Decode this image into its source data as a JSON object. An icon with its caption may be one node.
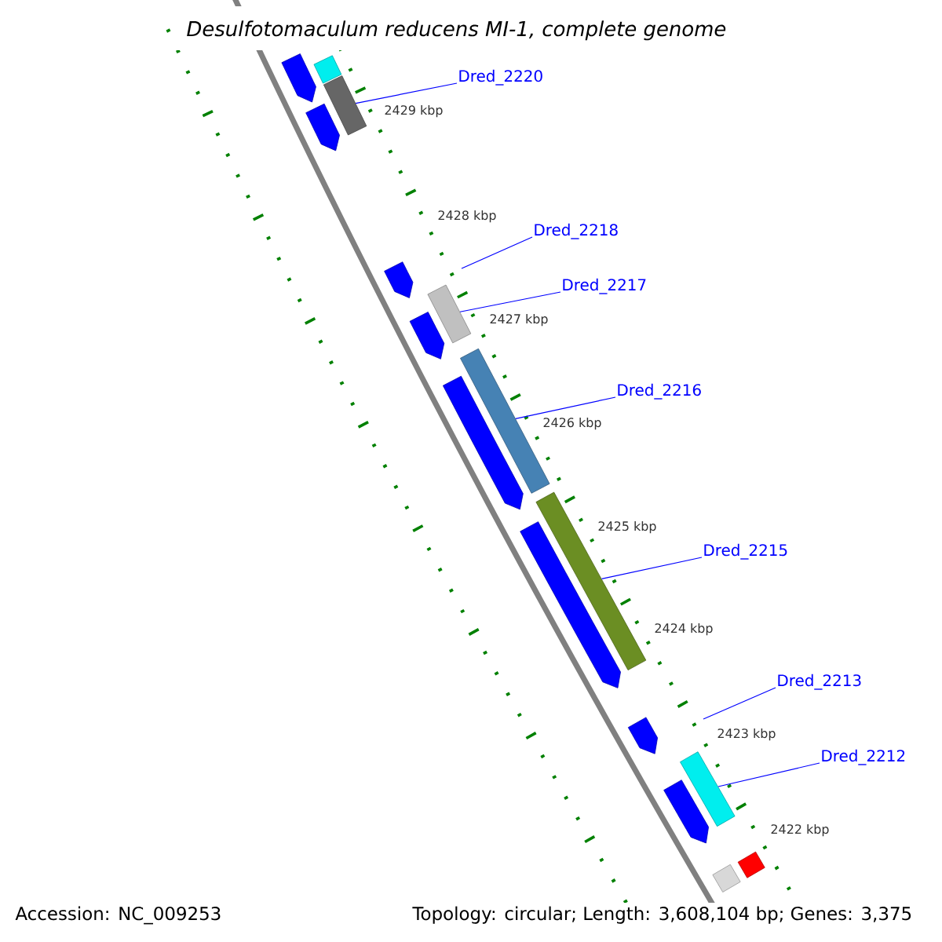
{
  "diagram": {
    "title": "*Desulfotomaculum reducens MI-1, complete genome*",
    "nodes": [
      {
        "text": [],
        "shape": "bar"
      },
      {
        "text": [],
        "shape": "bar"
      },
      {
        "text": [
          "Dred_2220"
        ]
      },
      {
        "text": [],
        "shape": "bar"
      },
      {
        "text": [],
        "shape": "bar"
      },
      {
        "text": [
          "Dred_2218"
        ]
      },
      {
        "text": [],
        "shape": "bar"
      },
      {
        "text": [
          "Dred_2217"
        ]
      },
      {
        "text": [],
        "shape": "bar"
      },
      {
        "text": [],
        "shape": "bar"
      },
      {
        "text": [],
        "shape": "bar"
      },
      {
        "text": [
          "Dred_2216"
        ]
      },
      {
        "text": [],
        "shape": "bar"
      },
      {
        "text": [],
        "shape": "bar"
      },
      {
        "text": [],
        "shape": "bar"
      },
      {
        "text": [
          "Dred_2215"
        ]
      },
      {
        "text": [
          "Dred_2213"
        ]
      },
      {
        "text": [],
        "shape": "bar"
      },
      {
        "text": [
          "Dred_2212"
        ]
      },
      {
        "text": [],
        "shape": "bar"
      },
      {
        "text": [],
        "shape": "bar"
      },
      {
        "text": [],
        "shape": "bar"
      },
      {
        "text": [],
        "shape": "bar"
      }
    ],
    "edges": [
      {
        "from": 2,
        "to": 3,
        "arrow": "none"
      },
      {
        "from": 5,
        "to": null,
        "arrow": "none"
      },
      {
        "from": 7,
        "to": 8,
        "arrow": "none"
      },
      {
        "from": 11,
        "to": 10,
        "arrow": "none"
      },
      {
        "from": 15,
        "to": 13,
        "arrow": "none"
      },
      {
        "from": 16,
        "to": null,
        "arrow": "none"
      },
      {
        "from": 18,
        "to": 19,
        "arrow": "none"
      }
    ],
    "labels": [
      "2429 kbp",
      "2428 kbp",
      "2427 kbp",
      "2426 kbp",
      "2425 kbp",
      "2424 kbp",
      "2423 kbp",
      "2422 kbp",
      "Accession: NC_009253",
      "Topology: circular; Length: 3,608,104 bp; Genes: 3,375"
    ]
  }
}
